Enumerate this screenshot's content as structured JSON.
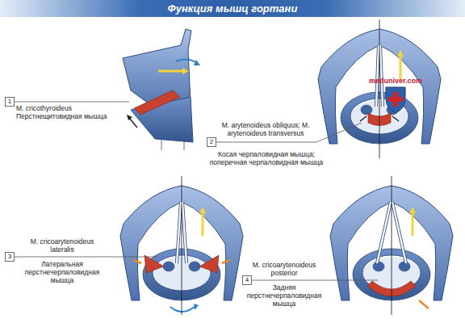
{
  "diagram": {
    "title": "Функция мышц гортани",
    "nodes": [
      {
        "text": [
          "1"
        ]
      },
      {
        "text": [
          "2"
        ]
      },
      {
        "text": [
          "3"
        ]
      },
      {
        "text": [
          "4"
        ]
      }
    ],
    "labels": [
      "M. cricothyroideus",
      "Перстнещитовидная мышца",
      "M. arytenoideus obliquus; M. arytenoideus transversus",
      "Косая черпаловидная мышца; поперечная черпаловидная мышца",
      "M. cricoarytenoideus lateralis",
      "Латеральная перстнечерпаловидная мышца",
      "M. cricoarytenoideus posterior",
      "Задняя перстнечерпаловидная мышца",
      "meduniver.com"
    ]
  }
}
